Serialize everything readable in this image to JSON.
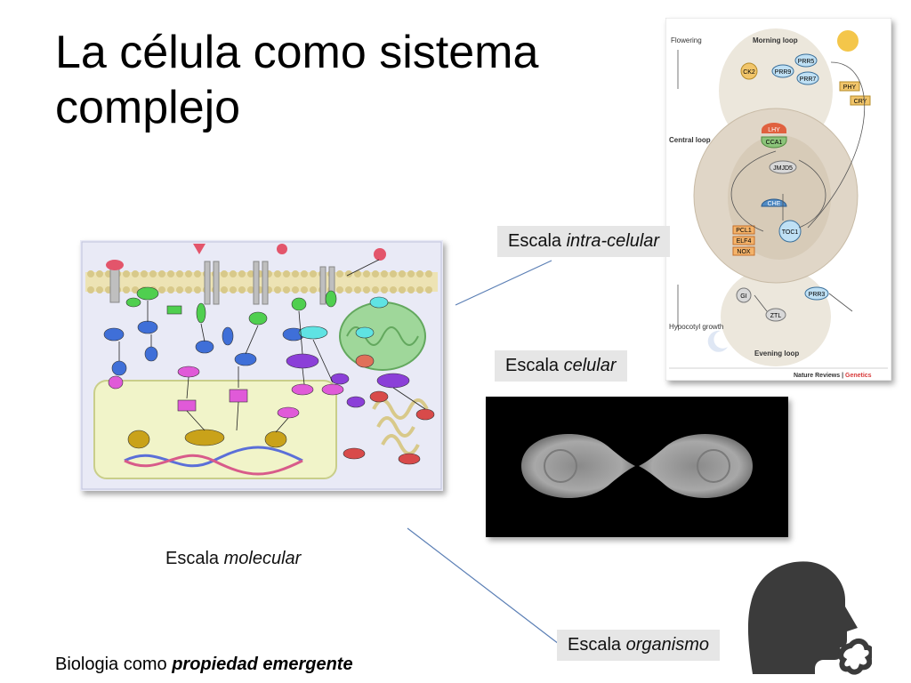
{
  "slide": {
    "title": "La célula como sistema complejo",
    "scales": {
      "intra": {
        "prefix": "Escala ",
        "emphasis": "intra-celular"
      },
      "cell": {
        "prefix": "Escala ",
        "emphasis": "celular"
      },
      "molecular": {
        "prefix": "Escala ",
        "emphasis": "molecular"
      },
      "organism": {
        "prefix": "Escala ",
        "emphasis": "organismo"
      }
    },
    "footer": {
      "prefix": "Biologia como ",
      "emphasis": "propiedad emergente"
    },
    "diagram": {
      "loops": {
        "morning": "Morning loop",
        "central": "Central loop",
        "evening": "Evening loop"
      },
      "outputs": {
        "flowering": "Flowering",
        "hypocotyl": "Hypocotyl growth"
      },
      "genes": [
        "CK2",
        "PRR5",
        "PRR9",
        "PRR7",
        "PHY",
        "CRY",
        "LHY",
        "CCA1",
        "JMJD5",
        "CHE",
        "TOC1",
        "PCL1",
        "ELF4",
        "NOX",
        "GI",
        "PRR3",
        "ZTL"
      ],
      "credit_prefix": "Nature Reviews",
      "credit_suffix": "Genetics"
    },
    "colors": {
      "caption_bg": "#e6e6e6",
      "connector": "#5b7fb5",
      "membrane": "#d8c98a"
    }
  }
}
